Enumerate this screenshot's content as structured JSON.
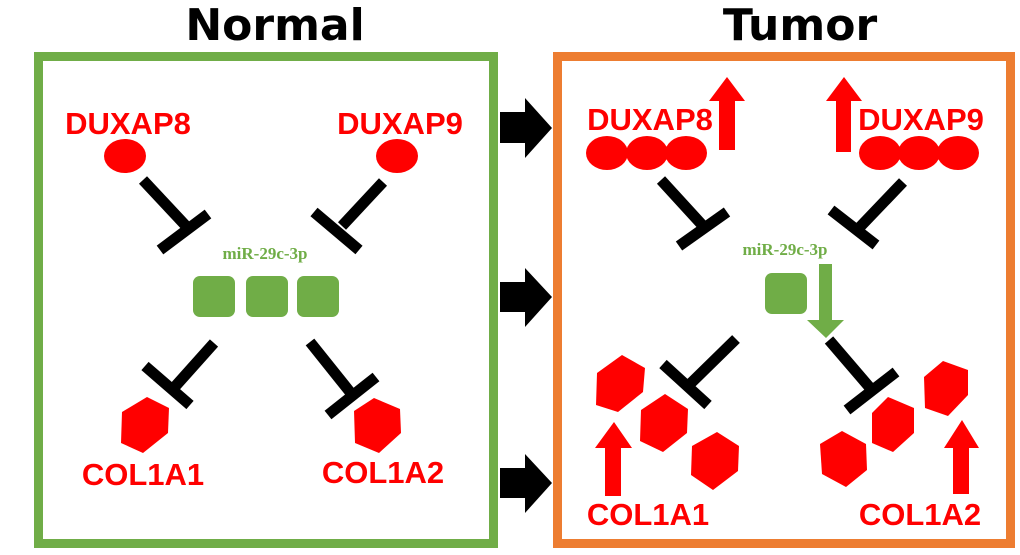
{
  "colors": {
    "normal_border": "#70ad47",
    "tumor_border": "#ed7d31",
    "gene": "#ff0000",
    "mirna": "#70ad47",
    "inhibitor": "#000000",
    "transition_arrow": "#000000"
  },
  "normal": {
    "title": "Normal",
    "lnc_left": {
      "label": "DUXAP8",
      "copies": 1
    },
    "lnc_right": {
      "label": "DUXAP9",
      "copies": 1
    },
    "mirna": {
      "label": "miR-29c-3p",
      "copies": 3
    },
    "target_left": {
      "label": "COL1A1",
      "copies": 1
    },
    "target_right": {
      "label": "COL1A2",
      "copies": 1
    }
  },
  "tumor": {
    "title": "Tumor",
    "lnc_left": {
      "label": "DUXAP8",
      "copies": 3,
      "trend": "up"
    },
    "lnc_right": {
      "label": "DUXAP9",
      "copies": 3,
      "trend": "up"
    },
    "mirna": {
      "label": "miR-29c-3p",
      "copies": 1,
      "trend": "down"
    },
    "target_left": {
      "label": "COL1A1",
      "copies": 3,
      "trend": "up"
    },
    "target_right": {
      "label": "COL1A2",
      "copies": 3,
      "trend": "up"
    }
  },
  "transition_arrows": 3
}
